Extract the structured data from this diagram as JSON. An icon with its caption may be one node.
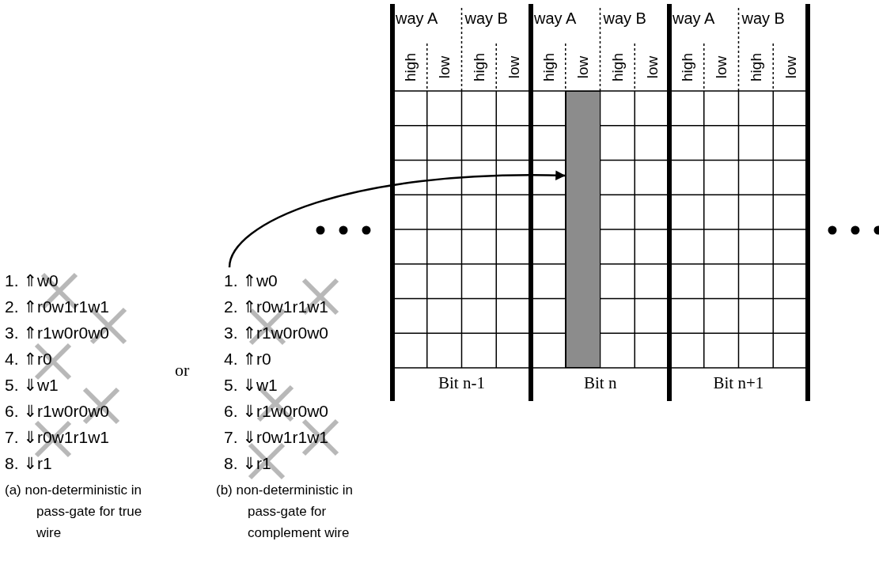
{
  "diagram": {
    "nodes": [
      {
        "text": [
          "1. ⇑w0",
          "2. ⇑r0w1r1w1",
          "3. ⇑r1w0r0w0",
          "4. ⇑r0",
          "5. ⇓w1",
          "6. ⇓r1w0r0w0",
          "7. ⇓r0w1r1w1",
          "8. ⇓r1"
        ],
        "beside": [
          "(b) non-deterministic in pass-gate for complement wire"
        ]
      },
      {
        "text": [],
        "shape": "bar"
      }
    ],
    "edges": [
      {
        "from": 0,
        "to": 1,
        "arrow": "to"
      }
    ],
    "labels": [
      "way A",
      "way B",
      "way A",
      "way B",
      "way A",
      "way B",
      "high",
      "low",
      "high",
      "low",
      "high",
      "low",
      "high",
      "low",
      "high",
      "low",
      "high",
      "low",
      "1. ⇑w0",
      "2. ⇑r0w1r1w1",
      "3. ⇑r1w0r0w0",
      "4. ⇑r0",
      "5. ⇓w1",
      "6. ⇓r1w0r0w0",
      "7. ⇓r0w1r1w1",
      "8. ⇓r1",
      "or",
      "(a) non-deterministic in pass-gate for true wire",
      "Bit n-1",
      "Bit n",
      "Bit n+1"
    ]
  }
}
